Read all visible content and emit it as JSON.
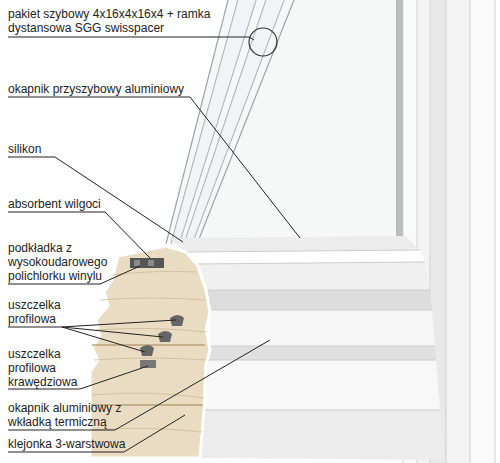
{
  "diagram": {
    "labels": [
      "pakiet szybowy 4x16x4x16x4 + ramka dystansowa SGG swisspacer",
      "okapnik przyszybowy aluminiowy",
      "silikon",
      "absorbent wilgoci",
      "podkładka z wysokoudarowego polichlorku winylu",
      "uszczelka profilowa",
      "uszczelka profilowa krawędziowa",
      "okapnik aluminiowy z wkładką termiczną",
      "klejonka 3-warstwowa"
    ]
  }
}
